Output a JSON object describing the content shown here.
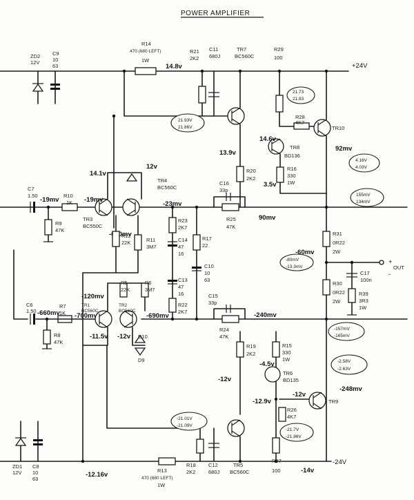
{
  "title": "POWER AMPLIFIER",
  "rails": {
    "positive": "+24V",
    "negative": "-24V"
  },
  "output": {
    "plus": "+",
    "minus": "-",
    "label": "OUT"
  },
  "components": {
    "zd2": [
      "ZD2",
      "12V"
    ],
    "c9": [
      "C9",
      "10",
      "63"
    ],
    "r14": [
      "R14",
      "470 (680 LEFT)",
      "1W"
    ],
    "r21": [
      "R21",
      "2K2"
    ],
    "c11": [
      "C11",
      "680J"
    ],
    "tr7": [
      "TR7",
      "BC560C"
    ],
    "r29": [
      "R29",
      "100"
    ],
    "r28": [
      "R28",
      "4K7"
    ],
    "tr10": [
      "TR10"
    ],
    "tr8": [
      "TR8",
      "BD136"
    ],
    "r16": [
      "R16",
      "330",
      "1W"
    ],
    "r20": [
      "R20",
      "2K2"
    ],
    "c16": [
      "C16",
      "33p"
    ],
    "r25": [
      "R25",
      "47K"
    ],
    "tr4": [
      "TR4",
      "BC560C"
    ],
    "tr3": [
      "TR3",
      "BC550C"
    ],
    "c7": [
      "C7",
      "1.50"
    ],
    "r10": [
      "R10",
      "1K"
    ],
    "r9": [
      "R9",
      "47K"
    ],
    "r12": [
      "R12",
      "22K"
    ],
    "r11": [
      "R11",
      "3M7"
    ],
    "r23": [
      "R23",
      "2K7"
    ],
    "c14": [
      "C14",
      "47",
      "16"
    ],
    "r17": [
      "R17",
      "22"
    ],
    "c10": [
      "C10",
      "10",
      "63"
    ],
    "r31": [
      "R31",
      "0R22",
      "2W"
    ],
    "c17": [
      "C17",
      "100n"
    ],
    "r39": [
      "R39",
      "3R3",
      "1W"
    ],
    "r30": [
      "R30",
      "0R22",
      "2W"
    ],
    "r5": [
      "R5",
      "22K"
    ],
    "r6": [
      "R6",
      "3M7"
    ],
    "c13": [
      "C13",
      "47",
      "16"
    ],
    "r22": [
      "R22",
      "2K7"
    ],
    "c15": [
      "C15",
      "33p"
    ],
    "r24": [
      "R24",
      "47K"
    ],
    "c6": [
      "C6",
      "1.50"
    ],
    "r7": [
      "R7",
      "1K"
    ],
    "r8": [
      "R8",
      "47K"
    ],
    "tr1": [
      "TR1",
      "BC560C"
    ],
    "tr2": [
      "TR2",
      "BC560C"
    ],
    "d10": [
      "D10"
    ],
    "d9": [
      "D9"
    ],
    "r19": [
      "R19",
      "2K2"
    ],
    "r15": [
      "R15",
      "330",
      "1W"
    ],
    "tr6": [
      "TR6",
      "BD135"
    ],
    "r26": [
      "R26",
      "4K7"
    ],
    "tr9": [
      "TR9"
    ],
    "zd1": [
      "ZD1",
      "12V"
    ],
    "c8": [
      "C8",
      "10",
      "63"
    ],
    "r13": [
      "R13",
      "470 (680 LEFT)",
      "1W"
    ],
    "r18": [
      "R18",
      "2K2"
    ],
    "c12": [
      "C12",
      "680J"
    ],
    "tr5": [
      "TR5",
      "BC560C"
    ],
    "r27": [
      "R27",
      "100"
    ]
  },
  "voltages": {
    "v_r14": "14.8v",
    "v_tr8b": "14.6v",
    "v_tr7c": "13.9v",
    "v_92mv": "92mv",
    "v_tr4": "12v",
    "v_tr3c": "14.1v",
    "v_tr3b": "-19mv",
    "v_c7": "-19mv",
    "v_23mv": "-23mv",
    "v_600mv": "-600mv",
    "v_90mv": "90mv",
    "v_r16": "3.5v",
    "v_60mv": "-60mv",
    "v_120mv": "-120mv",
    "v_660mv": "-660mv",
    "v_700mv": "-700mv",
    "v_690mv": "-690mv",
    "v_240mv": "-240mv",
    "v_11_5v": "-11.5v",
    "v_12v_b": "-12v",
    "v_4_5v": "-4.5v",
    "v_12v_tr6": "-12v",
    "v_248mv": "-248mv",
    "v_12_9v": "-12.9v",
    "v_12v_tr9": "-12v",
    "v_12_16v": "-12.16v",
    "v_14v": "-14v"
  },
  "bubbles": {
    "b1": [
      "21.93V",
      "21.86V"
    ],
    "b2": [
      "21.73",
      "21.83"
    ],
    "b3": [
      "4.16V",
      "4.03V"
    ],
    "b4": [
      "155mV",
      "134mV"
    ],
    "b5": [
      "-80mV",
      "-13.3mV"
    ],
    "b6": [
      "-157mV",
      "-165mV"
    ],
    "b7": [
      "-2.58V",
      "-2.63V"
    ],
    "b8": [
      "-21.01V",
      "-21.09V"
    ],
    "b9": [
      "-21.7V",
      "-21.86V"
    ]
  }
}
